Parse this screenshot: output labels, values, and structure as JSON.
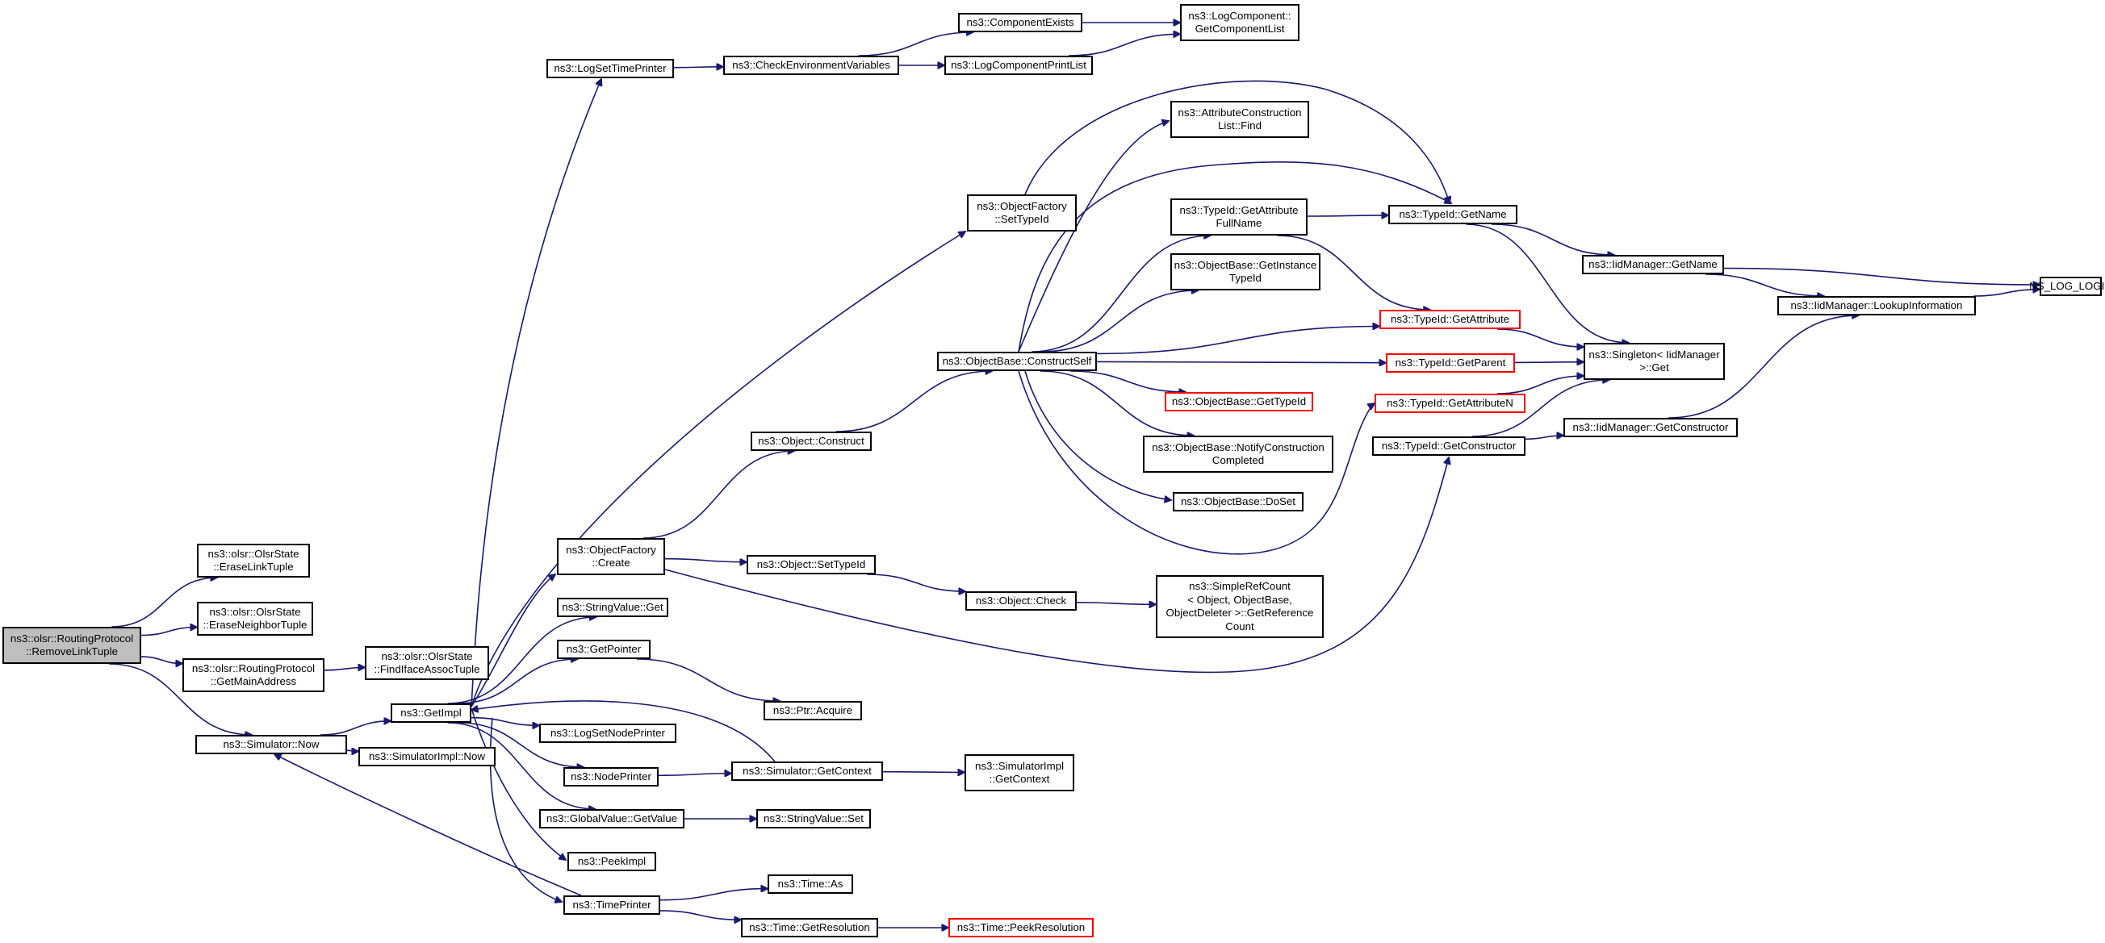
{
  "colors": {
    "edge": "#191970",
    "node_border": "#000000",
    "truncated_border": "#ff0000",
    "root_fill": "#bfbfbf"
  },
  "nodes": [
    {
      "id": "root",
      "label": "ns3::olsr::RoutingProtocol\n::RemoveLinkTuple",
      "style": "root"
    },
    {
      "id": "eraselink",
      "label": "ns3::olsr::OlsrState\n::EraseLinkTuple"
    },
    {
      "id": "eraseneighbor",
      "label": "ns3::olsr::OlsrState\n::EraseNeighborTuple"
    },
    {
      "id": "getmainaddr",
      "label": "ns3::olsr::RoutingProtocol\n::GetMainAddress"
    },
    {
      "id": "findiface",
      "label": "ns3::olsr::OlsrState\n::FindIfaceAssocTuple"
    },
    {
      "id": "simnow",
      "label": "ns3::Simulator::Now"
    },
    {
      "id": "getimpl",
      "label": "ns3::GetImpl"
    },
    {
      "id": "simimplnow",
      "label": "ns3::SimulatorImpl::Now"
    },
    {
      "id": "logsettime",
      "label": "ns3::LogSetTimePrinter"
    },
    {
      "id": "checkenv",
      "label": "ns3::CheckEnvironmentVariables"
    },
    {
      "id": "compexists",
      "label": "ns3::ComponentExists"
    },
    {
      "id": "logcomplist",
      "label": "ns3::LogComponent::\nGetComponentList"
    },
    {
      "id": "logcompprint",
      "label": "ns3::LogComponentPrintList"
    },
    {
      "id": "ofsettype",
      "label": "ns3::ObjectFactory\n::SetTypeId"
    },
    {
      "id": "attrfind",
      "label": "ns3::AttributeConstruction\nList::Find"
    },
    {
      "id": "tgetattrfull",
      "label": "ns3::TypeId::GetAttribute\nFullName"
    },
    {
      "id": "tgetname",
      "label": "ns3::TypeId::GetName"
    },
    {
      "id": "iidgetname",
      "label": "ns3::IidManager::GetName"
    },
    {
      "id": "nslog",
      "label": "NS_LOG_LOGIC"
    },
    {
      "id": "iidlookup",
      "label": "ns3::IidManager::LookupInformation"
    },
    {
      "id": "getinsttype",
      "label": "ns3::ObjectBase::GetInstance\nTypeId"
    },
    {
      "id": "tgetattr",
      "label": "ns3::TypeId::GetAttribute",
      "style": "trunc"
    },
    {
      "id": "singleton",
      "label": "ns3::Singleton< IidManager\n>::Get"
    },
    {
      "id": "constructself",
      "label": "ns3::ObjectBase::ConstructSelf"
    },
    {
      "id": "tgetparent",
      "label": "ns3::TypeId::GetParent",
      "style": "trunc"
    },
    {
      "id": "obgettype",
      "label": "ns3::ObjectBase::GetTypeId",
      "style": "trunc"
    },
    {
      "id": "tgetattrn",
      "label": "ns3::TypeId::GetAttributeN",
      "style": "trunc"
    },
    {
      "id": "objconstruct",
      "label": "ns3::Object::Construct"
    },
    {
      "id": "tgetctor",
      "label": "ns3::TypeId::GetConstructor"
    },
    {
      "id": "iidgetctor",
      "label": "ns3::IidManager::GetConstructor"
    },
    {
      "id": "notify",
      "label": "ns3::ObjectBase::NotifyConstruction\nCompleted"
    },
    {
      "id": "doset",
      "label": "ns3::ObjectBase::DoSet"
    },
    {
      "id": "ofcreate",
      "label": "ns3::ObjectFactory\n::Create"
    },
    {
      "id": "objsettype",
      "label": "ns3::Object::SetTypeId"
    },
    {
      "id": "simplerc",
      "label": "ns3::SimpleRefCount\n< Object, ObjectBase,\n ObjectDeleter >::GetReference\nCount"
    },
    {
      "id": "objcheck",
      "label": "ns3::Object::Check"
    },
    {
      "id": "strvalget",
      "label": "ns3::StringValue::Get"
    },
    {
      "id": "getpointer",
      "label": "ns3::GetPointer"
    },
    {
      "id": "ptracquire",
      "label": "ns3::Ptr::Acquire"
    },
    {
      "id": "logsetnode",
      "label": "ns3::LogSetNodePrinter"
    },
    {
      "id": "nodeprinter",
      "label": "ns3::NodePrinter"
    },
    {
      "id": "simgetctx",
      "label": "ns3::Simulator::GetContext"
    },
    {
      "id": "simimplctx",
      "label": "ns3::SimulatorImpl\n::GetContext"
    },
    {
      "id": "gvgetvalue",
      "label": "ns3::GlobalValue::GetValue"
    },
    {
      "id": "strvalset",
      "label": "ns3::StringValue::Set"
    },
    {
      "id": "peekimpl",
      "label": "ns3::PeekImpl"
    },
    {
      "id": "timeprinter",
      "label": "ns3::TimePrinter"
    },
    {
      "id": "timeas",
      "label": "ns3::Time::As"
    },
    {
      "id": "timegetres",
      "label": "ns3::Time::GetResolution"
    },
    {
      "id": "timepeekres",
      "label": "ns3::Time::PeekResolution",
      "style": "trunc"
    }
  ],
  "edges": [
    [
      "root",
      "eraselink"
    ],
    [
      "root",
      "eraseneighbor"
    ],
    [
      "root",
      "getmainaddr"
    ],
    [
      "root",
      "simnow"
    ],
    [
      "getmainaddr",
      "findiface"
    ],
    [
      "simnow",
      "getimpl"
    ],
    [
      "simnow",
      "simimplnow"
    ],
    [
      "getimpl",
      "logsettime"
    ],
    [
      "getimpl",
      "ofsettype"
    ],
    [
      "getimpl",
      "ofcreate"
    ],
    [
      "getimpl",
      "strvalget"
    ],
    [
      "getimpl",
      "getpointer"
    ],
    [
      "getimpl",
      "logsetnode"
    ],
    [
      "getimpl",
      "nodeprinter"
    ],
    [
      "getimpl",
      "gvgetvalue"
    ],
    [
      "getimpl",
      "peekimpl"
    ],
    [
      "getimpl",
      "timeprinter"
    ],
    [
      "logsettime",
      "checkenv"
    ],
    [
      "checkenv",
      "compexists"
    ],
    [
      "checkenv",
      "logcompprint"
    ],
    [
      "compexists",
      "logcomplist"
    ],
    [
      "logcompprint",
      "logcomplist"
    ],
    [
      "ofsettype",
      "tgetname"
    ],
    [
      "constructself",
      "attrfind"
    ],
    [
      "constructself",
      "tgetname"
    ],
    [
      "constructself",
      "tgetattrfull"
    ],
    [
      "constructself",
      "getinsttype"
    ],
    [
      "constructself",
      "tgetattr"
    ],
    [
      "constructself",
      "tgetparent"
    ],
    [
      "constructself",
      "obgettype"
    ],
    [
      "constructself",
      "notify"
    ],
    [
      "constructself",
      "doset"
    ],
    [
      "constructself",
      "tgetattrn"
    ],
    [
      "tgetattrfull",
      "tgetname"
    ],
    [
      "tgetattrfull",
      "tgetattr"
    ],
    [
      "tgetname",
      "iidgetname"
    ],
    [
      "tgetname",
      "singleton"
    ],
    [
      "iidgetname",
      "nslog"
    ],
    [
      "iidgetname",
      "iidlookup"
    ],
    [
      "iidlookup",
      "nslog"
    ],
    [
      "tgetattr",
      "singleton"
    ],
    [
      "tgetparent",
      "singleton"
    ],
    [
      "tgetattrn",
      "singleton"
    ],
    [
      "tgetctor",
      "singleton"
    ],
    [
      "tgetctor",
      "iidgetctor"
    ],
    [
      "iidgetctor",
      "iidlookup"
    ],
    [
      "objconstruct",
      "constructself"
    ],
    [
      "ofcreate",
      "objconstruct"
    ],
    [
      "ofcreate",
      "objsettype"
    ],
    [
      "ofcreate",
      "tgetctor"
    ],
    [
      "objsettype",
      "objcheck"
    ],
    [
      "objcheck",
      "simplerc"
    ],
    [
      "getpointer",
      "ptracquire"
    ],
    [
      "nodeprinter",
      "simgetctx"
    ],
    [
      "simgetctx",
      "getimpl"
    ],
    [
      "simgetctx",
      "simimplctx"
    ],
    [
      "gvgetvalue",
      "strvalset"
    ],
    [
      "timeprinter",
      "simnow"
    ],
    [
      "timeprinter",
      "timeas"
    ],
    [
      "timeprinter",
      "timegetres"
    ],
    [
      "timegetres",
      "timepeekres"
    ]
  ]
}
